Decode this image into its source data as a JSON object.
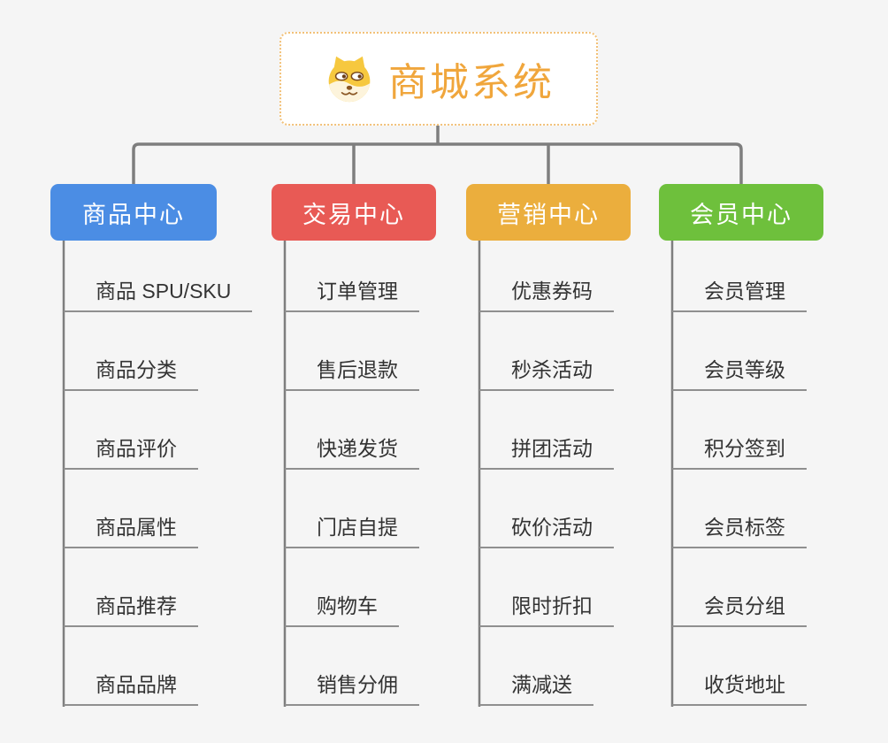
{
  "title": "商城系统",
  "root": {
    "label": "商城系统",
    "icon": "dog-face-icon"
  },
  "branches": [
    {
      "label": "商品中心",
      "color": "#4b8de4",
      "children": [
        "商品 SPU/SKU",
        "商品分类",
        "商品评价",
        "商品属性",
        "商品推荐",
        "商品品牌"
      ]
    },
    {
      "label": "交易中心",
      "color": "#e85a55",
      "children": [
        "订单管理",
        "售后退款",
        "快递发货",
        "门店自提",
        "购物车",
        "销售分佣"
      ]
    },
    {
      "label": "营销中心",
      "color": "#ebae3d",
      "children": [
        "优惠券码",
        "秒杀活动",
        "拼团活动",
        "砍价活动",
        "限时折扣",
        "满减送"
      ]
    },
    {
      "label": "会员中心",
      "color": "#6ec03c",
      "children": [
        "会员管理",
        "会员等级",
        "积分签到",
        "会员标签",
        "会员分组",
        "收货地址"
      ]
    }
  ],
  "colors": {
    "background": "#f5f5f5",
    "root_border": "#f2c178",
    "root_text": "#f0a63c",
    "connector_line": "#7e7e7e",
    "child_underline": "#8f8f8f",
    "child_text": "#333333",
    "branch_product": "#4b8de4",
    "branch_trade": "#e85a55",
    "branch_marketing": "#ebae3d",
    "branch_member": "#6ec03c"
  }
}
